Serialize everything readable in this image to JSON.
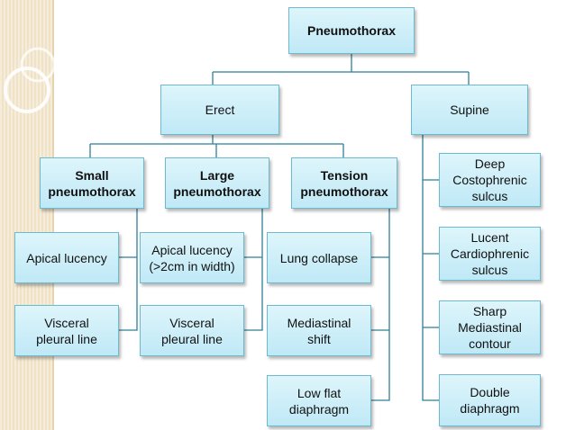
{
  "root": {
    "label": "Pneumothorax"
  },
  "branches": {
    "erect": {
      "label": "Erect"
    },
    "supine": {
      "label": "Supine"
    }
  },
  "types": {
    "small": {
      "label": "Small\npneumothorax"
    },
    "large": {
      "label": "Large\npneumothorax"
    },
    "tension": {
      "label": "Tension\npneumothorax"
    }
  },
  "findings": {
    "small": [
      "Apical lucency",
      "Visceral\npleural line"
    ],
    "large": [
      "Apical lucency\n(>2cm in width)",
      "Visceral\npleural line"
    ],
    "tension": [
      "Lung collapse",
      "Mediastinal\nshift",
      "Low flat\ndiaphragm"
    ],
    "supine": [
      "Deep\nCostophrenic\nsulcus",
      "Lucent\nCardiophrenic\nsulcus",
      "Sharp\nMediastinal\ncontour",
      "Double\ndiaphragm"
    ]
  },
  "colors": {
    "box_fill_top": "#def5fb",
    "box_fill_bottom": "#bfe9f6",
    "box_border": "#6db9cf",
    "connector": "#2f7f94"
  }
}
